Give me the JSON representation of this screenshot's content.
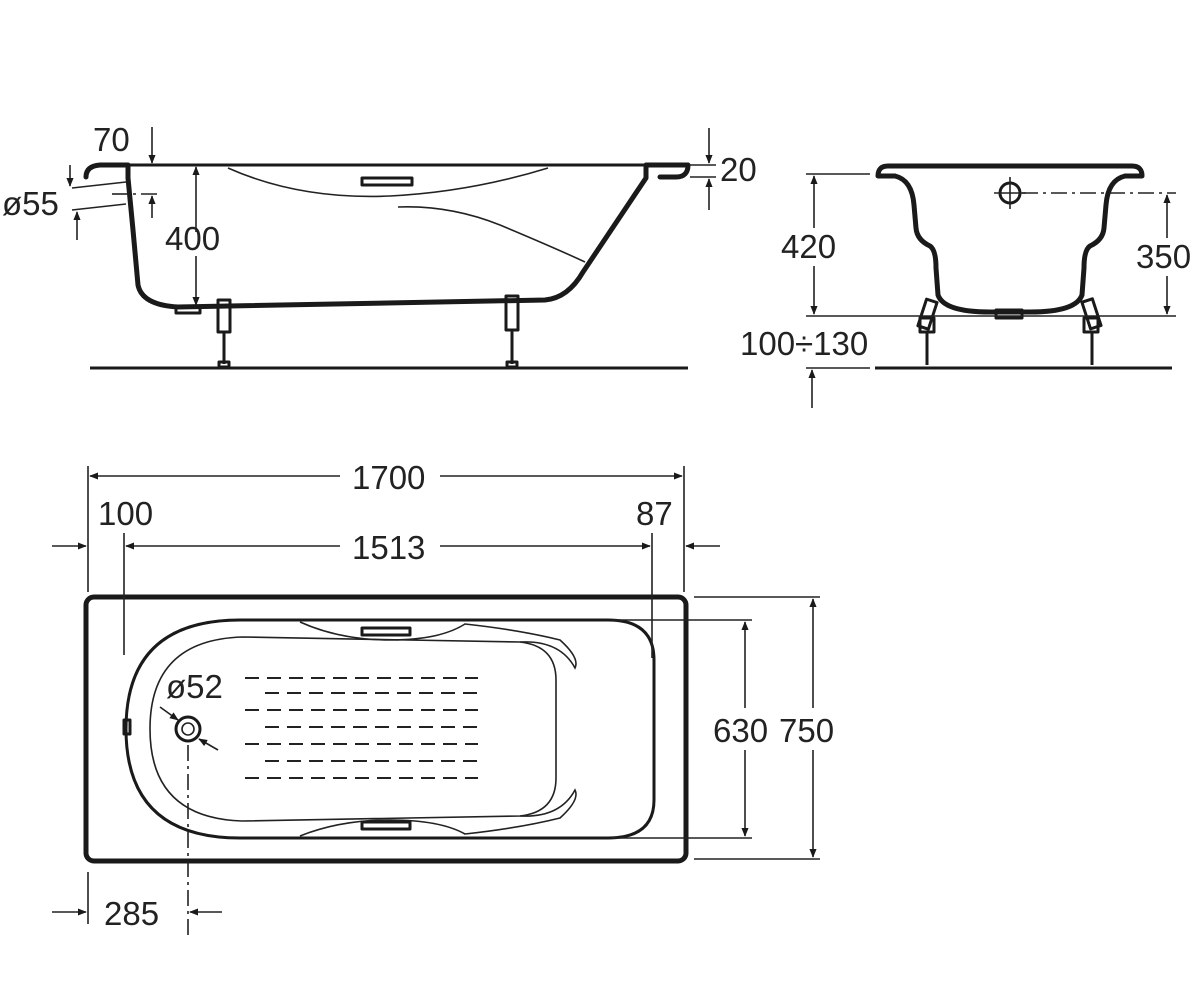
{
  "colors": {
    "line": "#1a1a1a",
    "background": "#ffffff"
  },
  "side_view": {
    "rim_height": "70",
    "rim_thickness": "20",
    "overflow_diameter": "ø55",
    "overflow_height": "400"
  },
  "end_view": {
    "total_height": "420",
    "overflow_center_height": "350",
    "leg_adjust_range": "100÷130"
  },
  "plan_view": {
    "overall_length": "1700",
    "inner_length": "1513",
    "left_offset": "100",
    "right_offset": "87",
    "drain_diameter": "ø52",
    "inner_width": "630",
    "overall_width": "750",
    "drain_offset": "285"
  }
}
